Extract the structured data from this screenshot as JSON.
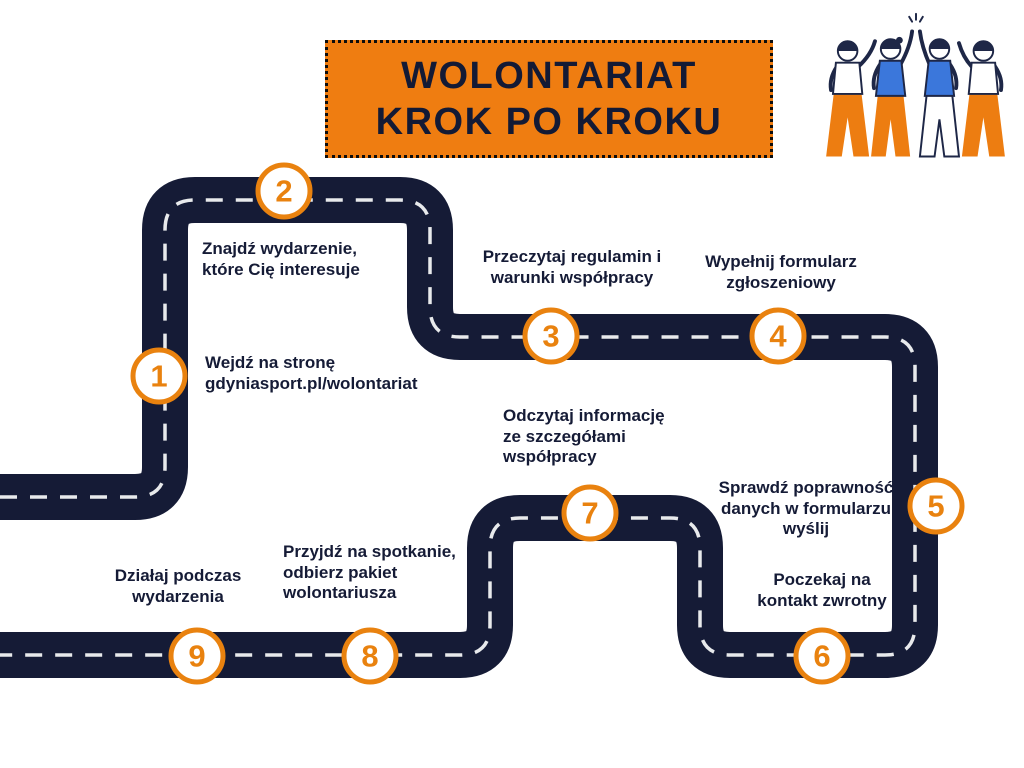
{
  "title": {
    "line1": "WOLONTARIAT",
    "line2": "KROK PO KROKU"
  },
  "steps": [
    {
      "number": "1",
      "label": "Wejdź na stronę\ngdyniasport.pl/wolontariat"
    },
    {
      "number": "2",
      "label": "Znajdź wydarzenie,\nktóre Cię interesuje"
    },
    {
      "number": "3",
      "label": "Przeczytaj regulamin i\nwarunki współpracy"
    },
    {
      "number": "4",
      "label": "Wypełnij formularz\nzgłoszeniowy"
    },
    {
      "number": "5",
      "label": "Sprawdź poprawność\ndanych w formularzu\nwyślij"
    },
    {
      "number": "6",
      "label": "Poczekaj na\nkontakt zwrotny"
    },
    {
      "number": "7",
      "label": "Odczytaj informację\nze szczegółami\nwspółpracy"
    },
    {
      "number": "8",
      "label": "Przyjdź na spotkanie,\nodbierz pakiet\nwolontariusza"
    },
    {
      "number": "9",
      "label": "Działaj podczas\nwydarzenia"
    }
  ],
  "illustration": {
    "name": "people-high-five"
  },
  "colors": {
    "accent_orange": "#ED7D11",
    "navy": "#151B36",
    "road_dash": "#E8EAEC",
    "illustration_blue": "#3B77DB",
    "background": "#FFFFFF"
  }
}
